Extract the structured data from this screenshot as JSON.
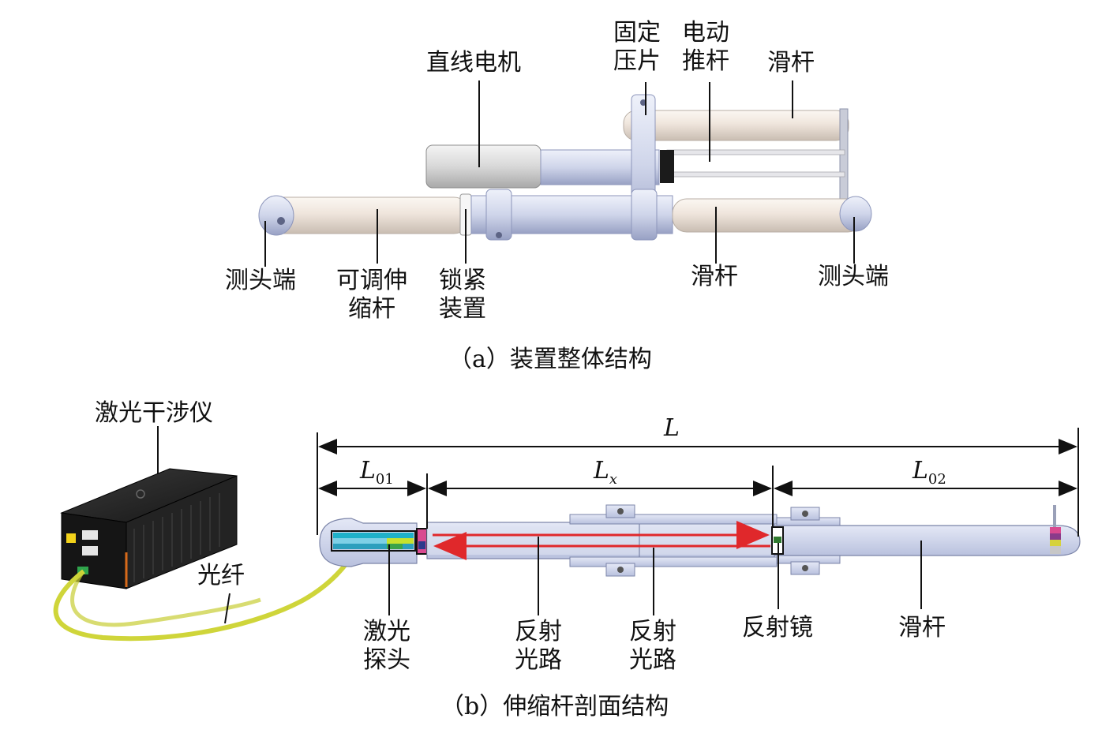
{
  "figure_a": {
    "caption": "（a）装置整体结构",
    "labels": {
      "linear_motor": "直线电机",
      "fixed_plate_line1": "固定",
      "fixed_plate_line2": "压片",
      "push_rod_line1": "电动",
      "push_rod_line2": "推杆",
      "slide_rod_top": "滑杆",
      "probe_end_left": "测头端",
      "telescopic_rod_line1": "可调伸",
      "telescopic_rod_line2": "缩杆",
      "lock_line1": "锁紧",
      "lock_line2": "装置",
      "slide_rod_bottom": "滑杆",
      "probe_end_right": "测头端"
    }
  },
  "figure_b": {
    "caption": "（b）伸缩杆剖面结构",
    "labels": {
      "interferometer": "激光干涉仪",
      "fiber": "光纤",
      "laser_probe_line1": "激光",
      "laser_probe_line2": "探头",
      "reflect_path1_line1": "反射",
      "reflect_path1_line2": "光路",
      "reflect_path2_line1": "反射",
      "reflect_path2_line2": "光路",
      "mirror": "反射镜",
      "slide_rod": "滑杆"
    },
    "dimensions": {
      "L": "L",
      "L01_main": "L",
      "L01_sub": "01",
      "Lx_main": "L",
      "Lx_sub": "x",
      "L02_main": "L",
      "L02_sub": "02"
    }
  },
  "colors": {
    "rod_light": "#f1e8df",
    "rod_mid": "#d8cdc3",
    "metal_light": "#dfe4f3",
    "metal_mid": "#b8c0dd",
    "metal_dark": "#8d96bb",
    "beam": "#e0282b",
    "fiber": "#cfd53a",
    "box": "#1c1c1c"
  }
}
